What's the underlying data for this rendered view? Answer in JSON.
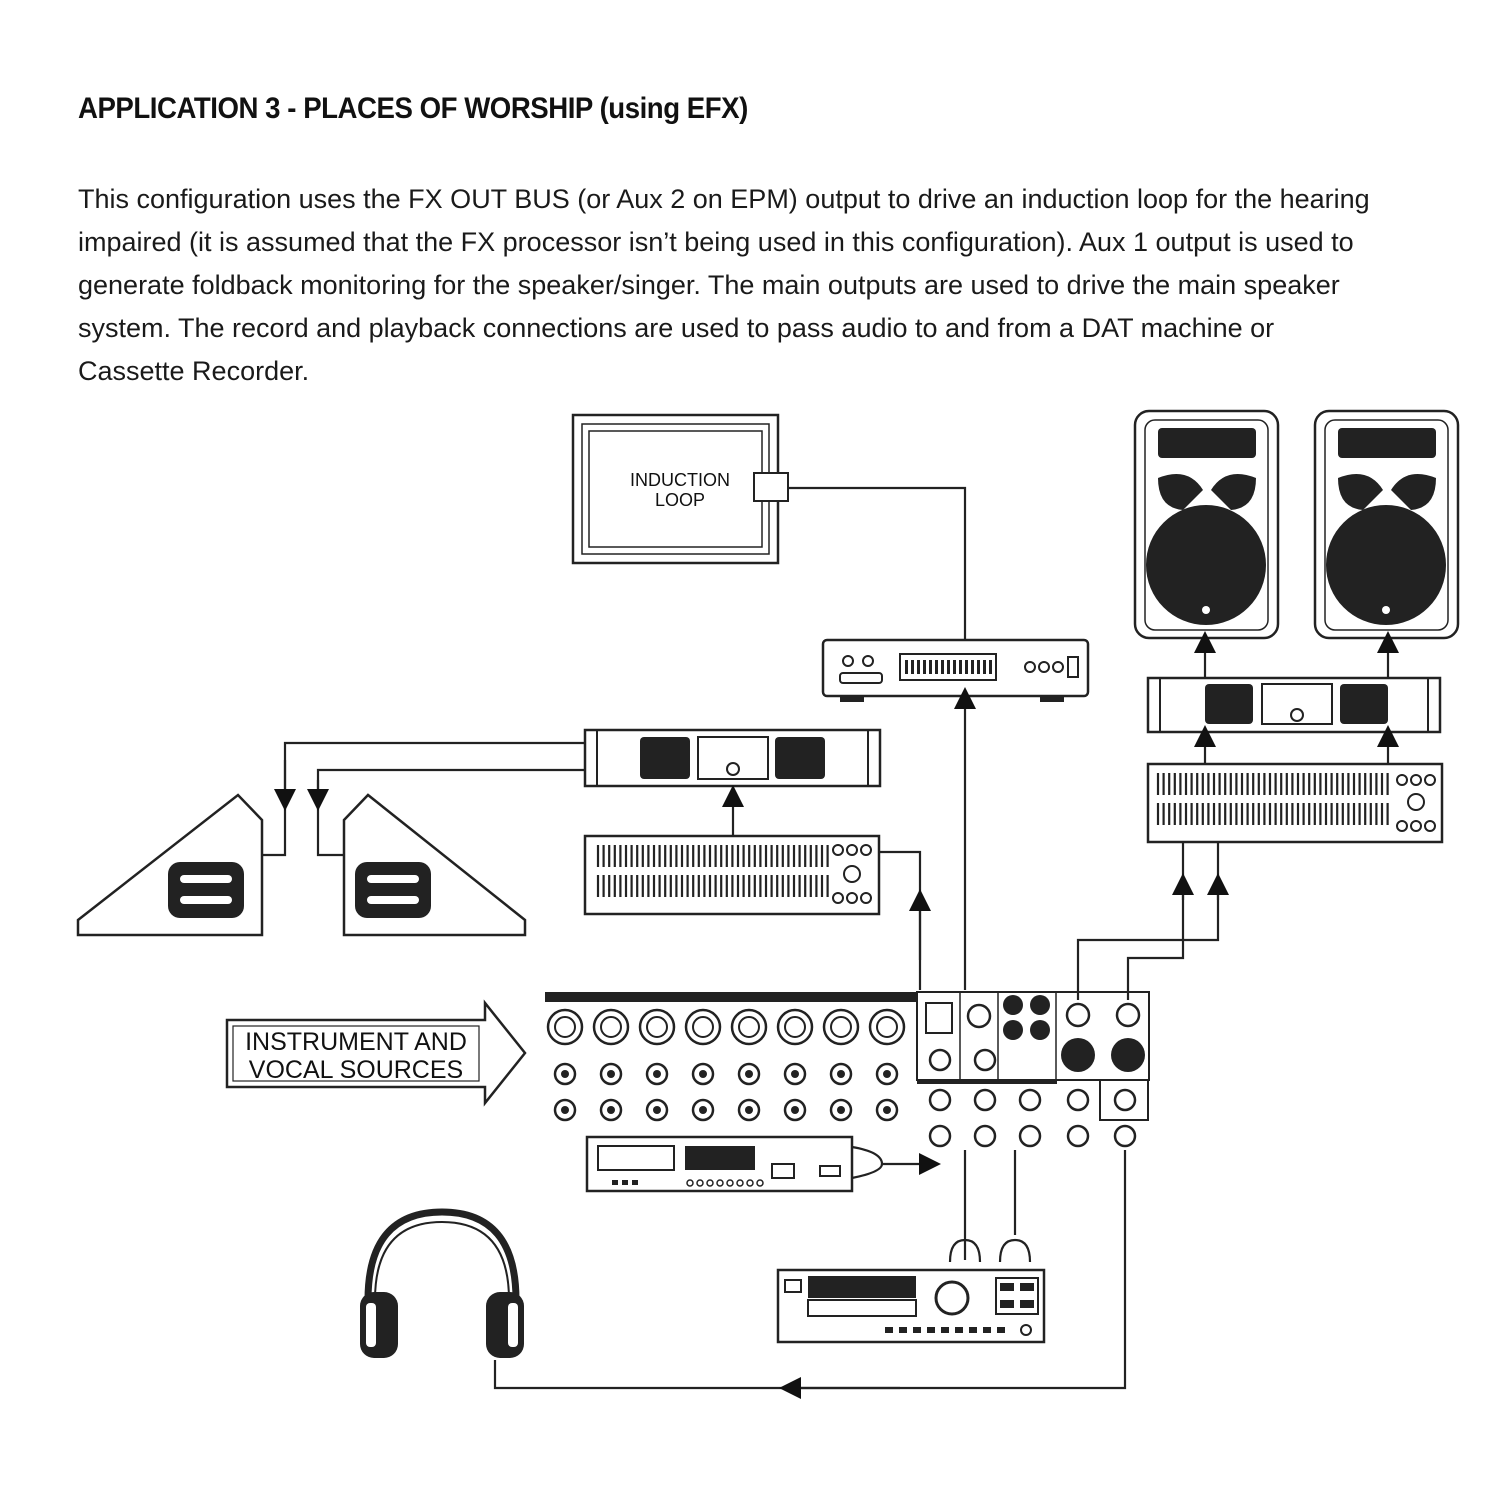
{
  "title": "APPLICATION 3 - PLACES OF WORSHIP (using EFX)",
  "intro_lines": [
    "This configuration uses the FX OUT BUS (or Aux 2 on EPM) output to drive an induction loop for the hearing",
    "impaired (it is assumed that the FX processor isn’t being used in this configuration).  Aux 1 output is used to",
    "generate foldback monitoring for the speaker/singer. The main outputs are used to drive the main speaker",
    "system. The record and playback connections are used to pass audio to and from a DAT machine or",
    "Cassette Recorder."
  ],
  "diagram": {
    "induction_loop_label": [
      "INDUCTION",
      "LOOP"
    ],
    "sources_label": [
      "INSTRUMENT AND",
      "VOCAL SOURCES"
    ],
    "mixer_channels": 8
  }
}
